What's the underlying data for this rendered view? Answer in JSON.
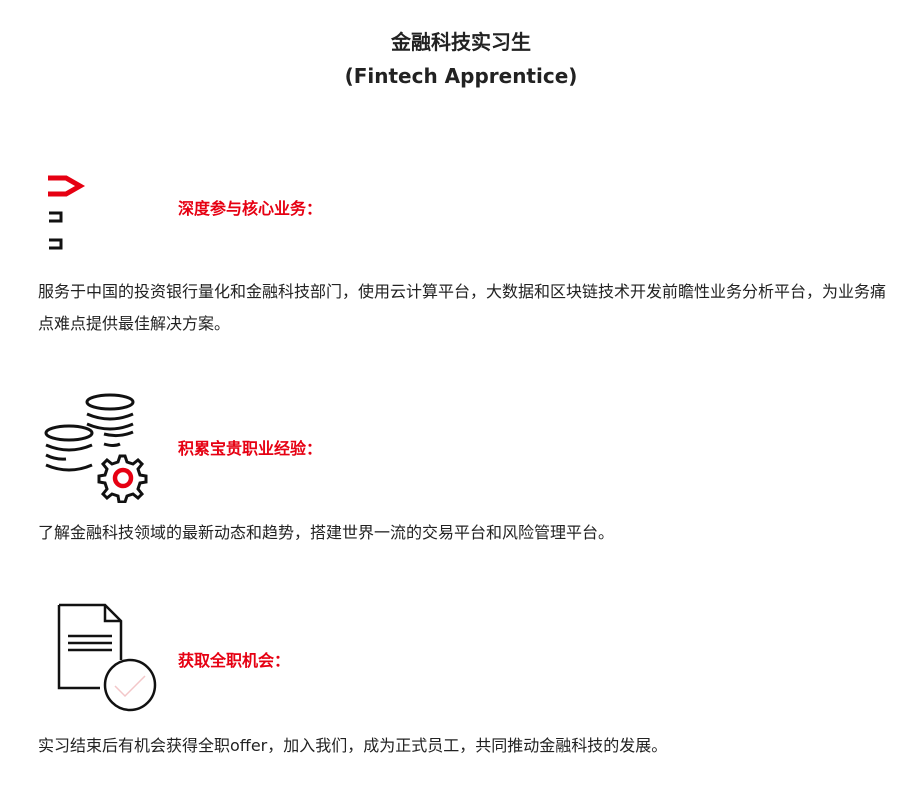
{
  "header": {
    "title": "金融科技实习生",
    "subtitle": "(Fintech Apprentice)"
  },
  "sections": [
    {
      "icon": "arrow-brackets-icon",
      "heading": "深度参与核心业务：",
      "body": "服务于中国的投资银行量化和金融科技部门，使用云计算平台，大数据和区块链技术开发前瞻性业务分析平台，为业务痛点难点提供最佳解决方案。"
    },
    {
      "icon": "coins-gear-icon",
      "heading": "积累宝贵职业经验：",
      "body": "了解金融科技领域的最新动态和趋势，搭建世界一流的交易平台和风险管理平台。"
    },
    {
      "icon": "document-check-icon",
      "heading": "获取全职机会：",
      "body": "实习结束后有机会获得全职offer，加入我们，成为正式员工，共同推动金融科技的发展。"
    }
  ],
  "colors": {
    "accent": "#e60012",
    "text": "#222222"
  }
}
